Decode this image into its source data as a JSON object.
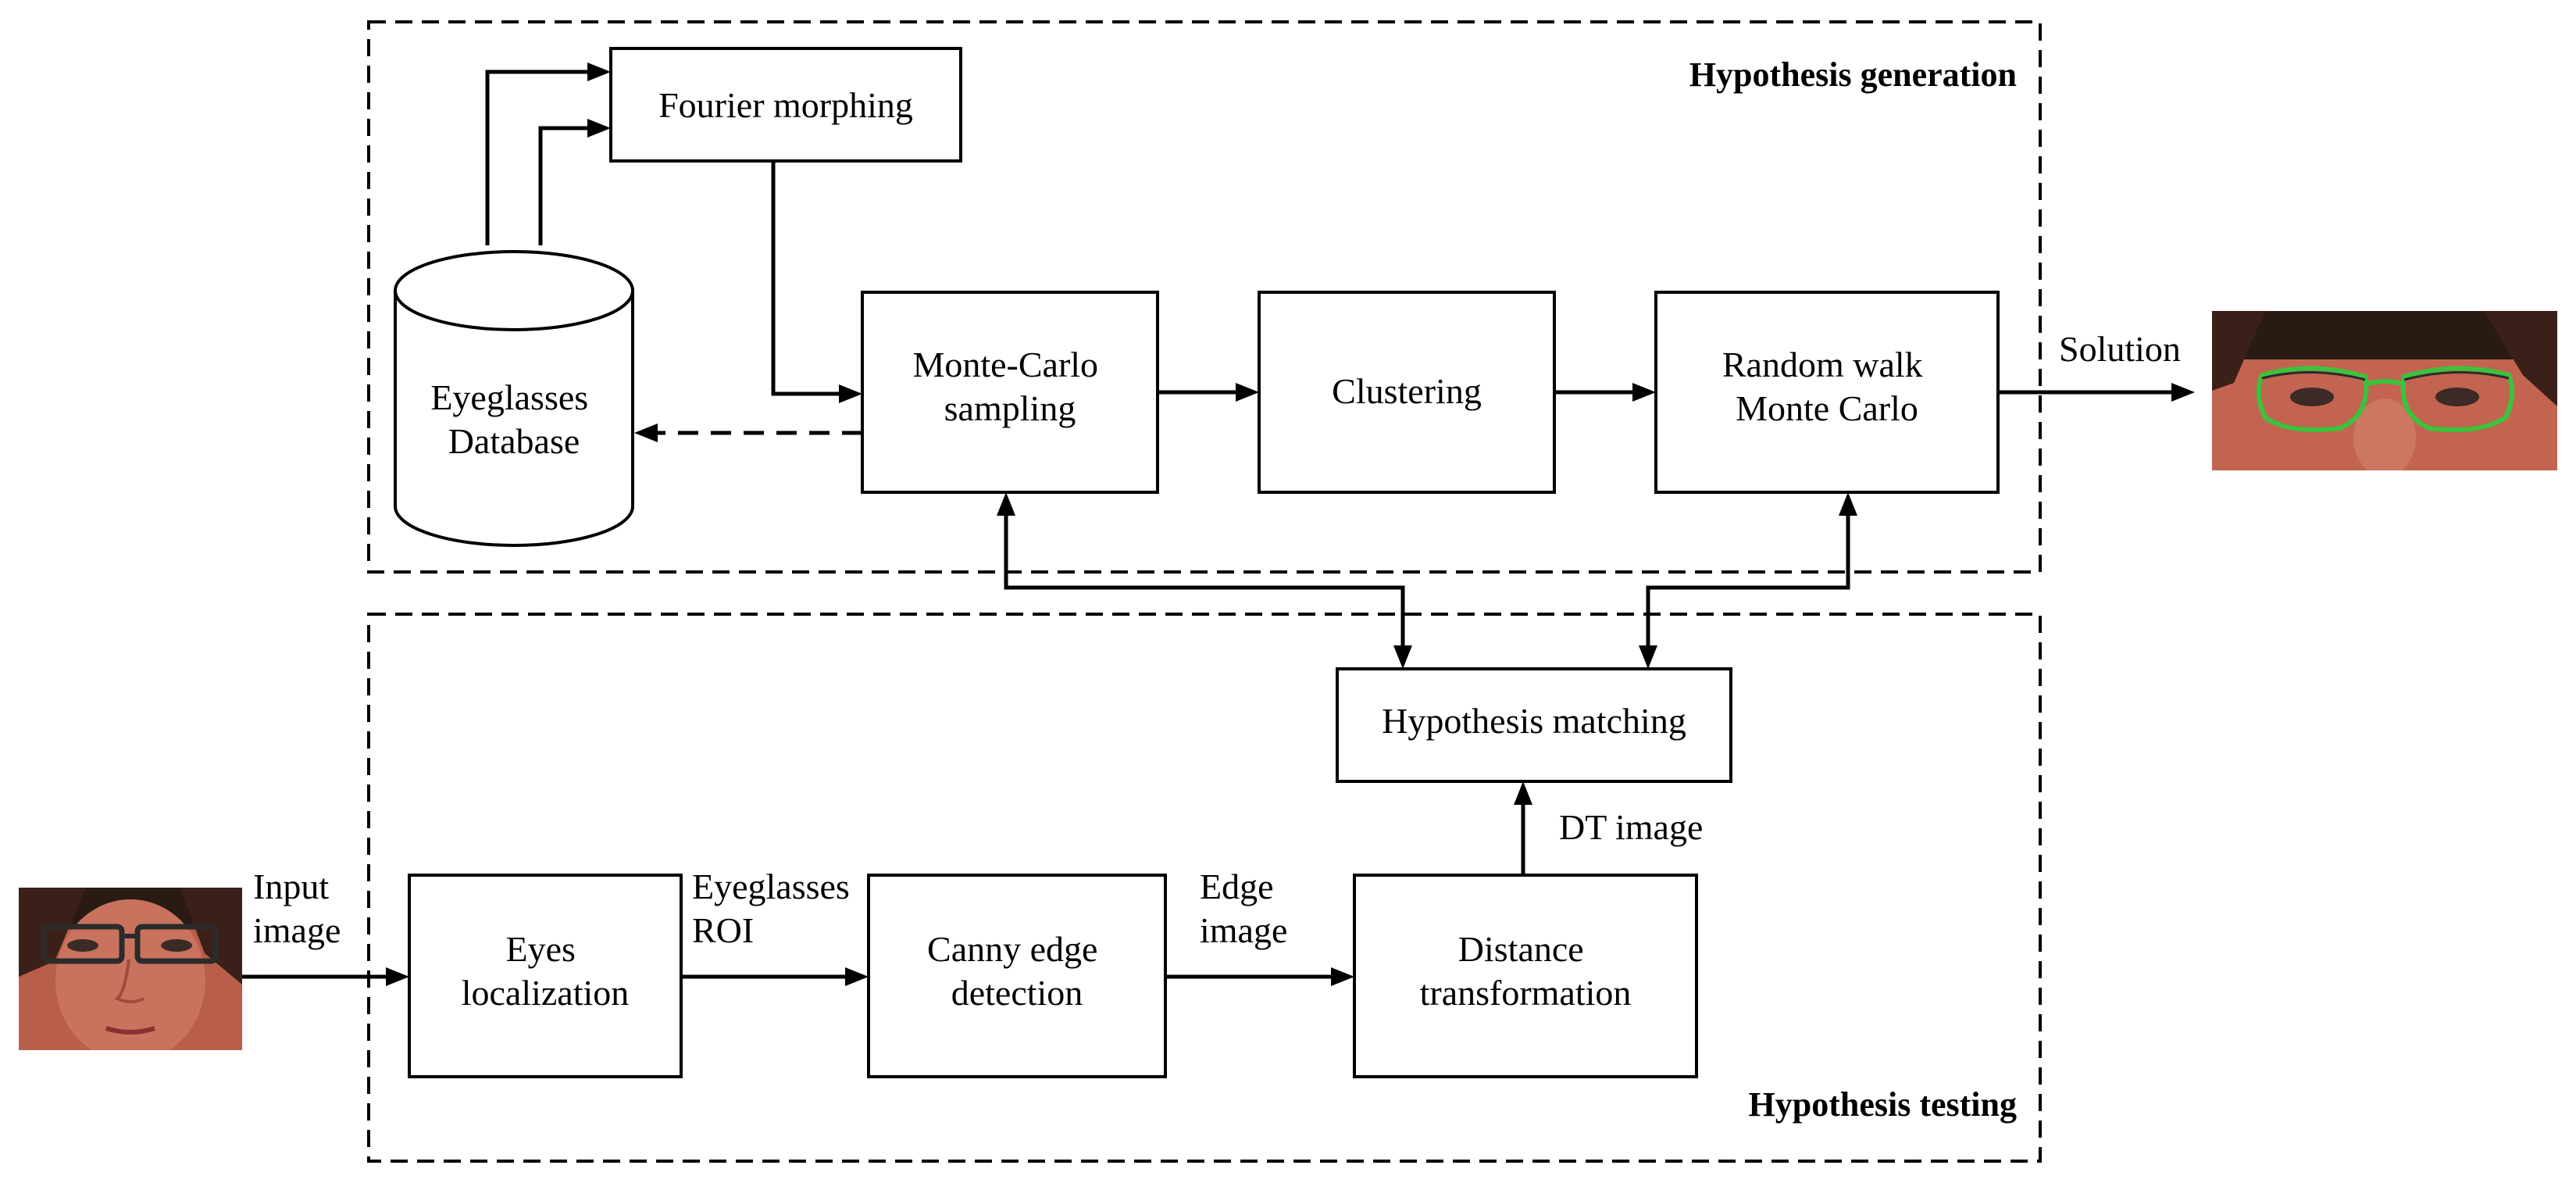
{
  "sections": {
    "generation_title": "Hypothesis generation",
    "testing_title": "Hypothesis testing"
  },
  "nodes": {
    "fourier_morphing": [
      "Fourier morphing"
    ],
    "eyeglasses_database": [
      "Eyeglasses",
      "Database"
    ],
    "monte_carlo_sampling": [
      "Monte-Carlo",
      "sampling"
    ],
    "clustering": [
      "Clustering"
    ],
    "random_walk": [
      "Random walk",
      "Monte Carlo"
    ],
    "hypothesis_matching": [
      "Hypothesis matching"
    ],
    "eyes_localization": [
      "Eyes",
      "localization"
    ],
    "canny_edge_detection": [
      "Canny edge",
      "detection"
    ],
    "distance_transformation": [
      "Distance",
      "transformation"
    ]
  },
  "edge_labels": {
    "solution": [
      "Solution"
    ],
    "input_image": [
      "Input",
      "image"
    ],
    "eyeglasses_roi": [
      "Eyeglasses",
      "ROI"
    ],
    "edge_image": [
      "Edge",
      "image"
    ],
    "dt_image": [
      "DT image"
    ]
  },
  "images": {
    "input_face": "face-photo",
    "output_eyes": "eyes-with-detected-glasses-photo"
  },
  "colors": {
    "skin": "#c46a55",
    "hair": "#2a1a14",
    "detected_frame": "#3cc23c",
    "glasses_frame": "#2b2b2b"
  }
}
